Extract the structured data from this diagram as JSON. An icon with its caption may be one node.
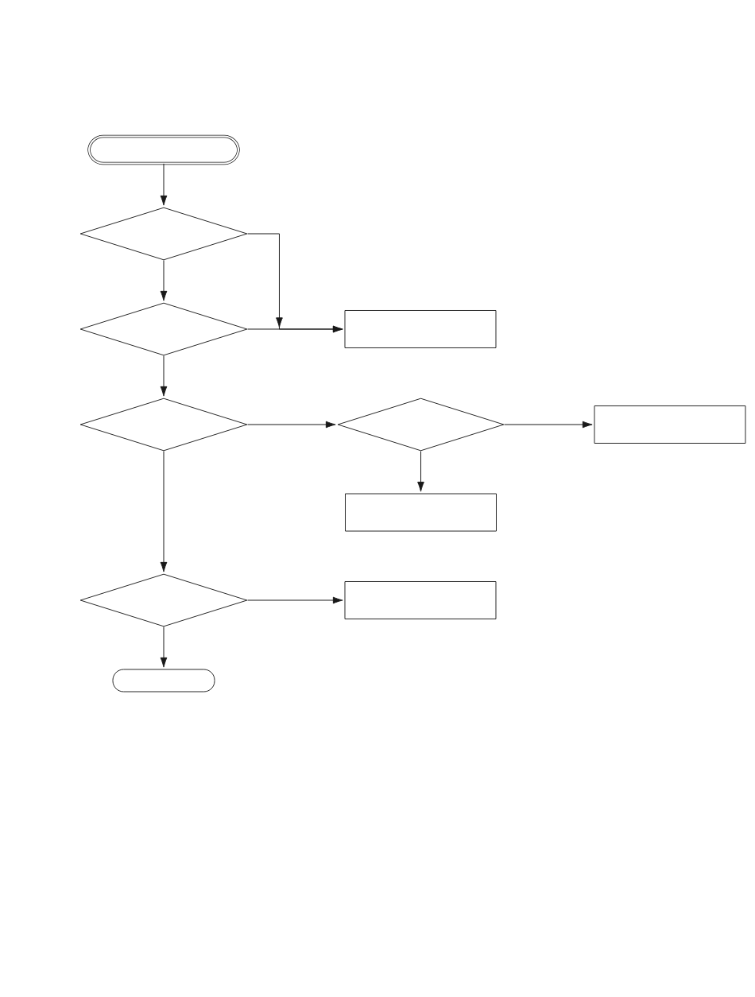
{
  "diagram": {
    "nodes": [
      {
        "text": [],
        "shape": "pill"
      },
      {
        "text": [],
        "shape": "diamond"
      },
      {
        "text": [],
        "shape": "diamond"
      },
      {
        "text": [],
        "shape": "box"
      },
      {
        "text": [],
        "shape": "diamond"
      },
      {
        "text": [],
        "shape": "diamond"
      },
      {
        "text": [],
        "shape": "box"
      },
      {
        "text": [],
        "shape": "box"
      },
      {
        "text": [],
        "shape": "diamond"
      },
      {
        "text": [],
        "shape": "box"
      },
      {
        "text": [],
        "shape": "pill"
      }
    ],
    "edges": [
      {
        "from": 0,
        "to": 1,
        "arrow": "to"
      },
      {
        "from": 1,
        "to": 2,
        "arrow": "to"
      },
      {
        "from": 1,
        "to": 3,
        "arrow": "to"
      },
      {
        "from": 2,
        "to": 3,
        "arrow": "to"
      },
      {
        "from": 2,
        "to": 4,
        "arrow": "to"
      },
      {
        "from": 4,
        "to": 5,
        "arrow": "to"
      },
      {
        "from": 5,
        "to": 6,
        "arrow": "to"
      },
      {
        "from": 5,
        "to": 7,
        "arrow": "to"
      },
      {
        "from": 4,
        "to": 8,
        "arrow": "to"
      },
      {
        "from": 8,
        "to": 9,
        "arrow": "to"
      },
      {
        "from": 8,
        "to": 10,
        "arrow": "to"
      }
    ]
  }
}
